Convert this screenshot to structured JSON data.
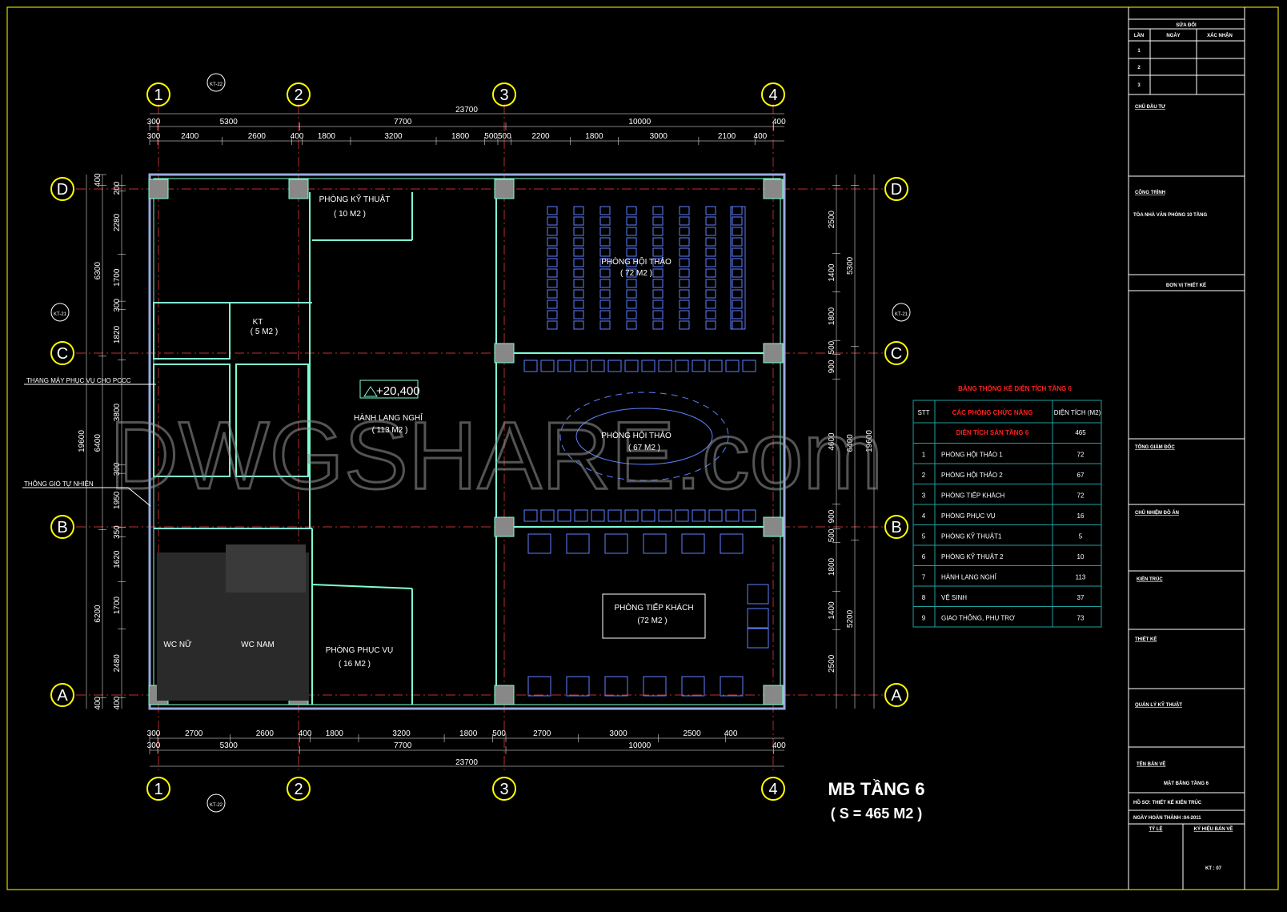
{
  "drawing": {
    "title": "MB TẦNG 6",
    "subtitle": "( S = 465 M2 )",
    "watermark": "DWGSHARE.com",
    "level_marker": "+20,400",
    "colors": {
      "frame": "#ffff00",
      "wall": "#7fffd4",
      "grid": "#ff4040",
      "furniture": "#5f7fff",
      "text": "#ffffff",
      "table_header": "#ff2020",
      "table_line": "#20a0a0"
    },
    "grid_columns": [
      "1",
      "2",
      "3",
      "4"
    ],
    "grid_rows": [
      "D",
      "C",
      "B",
      "A"
    ],
    "section_marks": {
      "top": "KT-22",
      "bottom": "KT-22",
      "left": "KT-21",
      "right": "KT-21"
    },
    "notes": [
      "THANG MÁY PHỤC VỤ CHO PCCC",
      "THÔNG GIÓ TỰ NHIÊN"
    ],
    "dims": {
      "total": "23700",
      "top_major": [
        300,
        5300,
        7700,
        10000,
        400
      ],
      "top_minor": [
        300,
        2400,
        2600,
        400,
        1800,
        3200,
        1800,
        500,
        500,
        2200,
        1800,
        3000,
        2100,
        400
      ],
      "bottom_major": [
        300,
        5300,
        7700,
        10000,
        400
      ],
      "bottom_minor": [
        300,
        2700,
        2600,
        400,
        1800,
        3200,
        1800,
        500,
        2700,
        3000,
        2500,
        400
      ],
      "vertical_total": "19600",
      "left_major": [
        400,
        6300,
        6400,
        6200,
        400
      ],
      "left_minor": [
        200,
        2280,
        1700,
        300,
        1820,
        3800,
        300,
        1950,
        350,
        1620,
        1700,
        2480,
        400
      ],
      "right_major": [
        5300,
        6400,
        5200
      ],
      "right_minor": [
        2500,
        1400,
        1800,
        500,
        900,
        4600,
        900,
        500,
        1800,
        1400,
        2500
      ]
    },
    "rooms": [
      {
        "name": "PHÒNG KỸ THUẬT",
        "area": "( 10 M2 )"
      },
      {
        "name": "KT",
        "area": "( 5 M2 )"
      },
      {
        "name": "PHÒNG HỘI THẢO",
        "area": "( 72 M2 )"
      },
      {
        "name": "HÀNH LANG NGHỈ",
        "area": "( 113 M2 )"
      },
      {
        "name": "PHÒNG HỘI THẢO",
        "area": "( 67 M2 )"
      },
      {
        "name": "PHÒNG TIẾP KHÁCH",
        "area": "(72 M2 )"
      },
      {
        "name": "PHÒNG PHỤC VỤ",
        "area": "( 16 M2 )"
      },
      {
        "name": "WC NỮ",
        "area": ""
      },
      {
        "name": "WC NAM",
        "area": ""
      }
    ]
  },
  "area_table": {
    "title": "BẢNG THỐNG KÊ DIỆN TÍCH TẦNG 6",
    "headers": [
      "STT",
      "CÁC PHÒNG CHỨC NĂNG",
      "DIỆN TÍCH (M2)"
    ],
    "total_label": "DIỆN TÍCH SÀN TẦNG 6",
    "total_value": "465",
    "rows": [
      {
        "stt": "1",
        "name": "PHÒNG HỘI THẢO 1",
        "area": "72"
      },
      {
        "stt": "2",
        "name": "PHÒNG HỘI THẢO 2",
        "area": "67"
      },
      {
        "stt": "3",
        "name": "PHÒNG TIẾP KHÁCH",
        "area": "72"
      },
      {
        "stt": "4",
        "name": "PHÒNG PHỤC VỤ",
        "area": "16"
      },
      {
        "stt": "5",
        "name": "PHÒNG KỸ THUẬT1",
        "area": "5"
      },
      {
        "stt": "6",
        "name": "PHÒNG KỸ THUẬT 2",
        "area": "10"
      },
      {
        "stt": "7",
        "name": "HÀNH LANG NGHỈ",
        "area": "113"
      },
      {
        "stt": "8",
        "name": "VỆ SINH",
        "area": "37"
      },
      {
        "stt": "9",
        "name": "GIAO THÔNG, PHỤ TRỢ",
        "area": "73"
      }
    ]
  },
  "title_block": {
    "revision_title": "SỬA ĐỔI",
    "revision_headers": [
      "LẦN",
      "NGÀY",
      "XÁC NHẬN"
    ],
    "revision_rows": [
      "1",
      "2",
      "3"
    ],
    "investor_label": "CHỦ ĐẦU TƯ",
    "project_label": "CÔNG TRÌNH",
    "project_name": "TÒA NHÀ VĂN PHÒNG 10 TẦNG",
    "designer_label": "ĐƠN VỊ THIẾT KẾ",
    "director_label": "TỔNG GIÁM ĐỐC",
    "manager_label": "CHỦ NHIỆM ĐỒ ÁN",
    "architecture_label": "KIẾN TRÚC",
    "design_label": "THIẾT KẾ",
    "tech_label": "QUẢN LÝ KỸ THUẬT",
    "sheet_name_label": "TÊN BẢN VẼ",
    "sheet_name": "MẶT BẰNG TẦNG 6",
    "file_label": "HỒ SƠ:  THIẾT KẾ KIẾN TRÚC",
    "date_label": "NGÀY HOÀN THÀNH :04-2011",
    "scale_label": "TỶ LỆ",
    "sheet_no_label": "KÝ HIỆU BẢN VẼ",
    "sheet_no": "KT : 07"
  }
}
